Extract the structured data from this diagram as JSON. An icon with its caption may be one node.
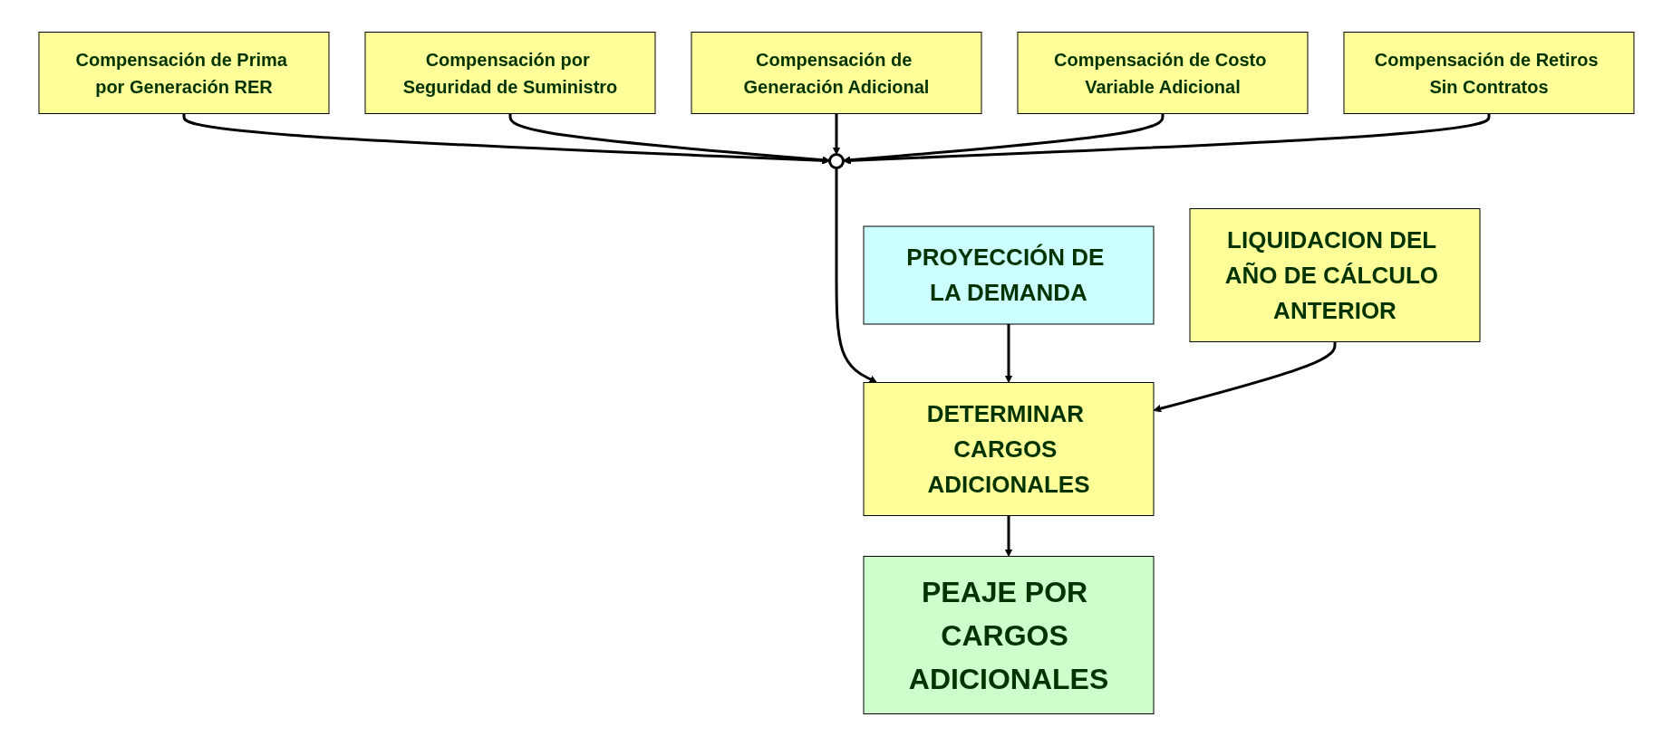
{
  "diagram": {
    "nodes": [
      {
        "text": [
          "Compensación de Prima por Generación RER"
        ]
      },
      {
        "text": [
          "Compensación por Seguridad de Suministro"
        ]
      },
      {
        "text": [
          "Compensación de Generación Adicional"
        ]
      },
      {
        "text": [
          "Compensación de Costo Variable Adicional"
        ]
      },
      {
        "text": [
          "Compensación de Retiros Sin Contratos"
        ]
      },
      {
        "text": [],
        "shape": "circle"
      },
      {
        "text": [
          "PROYECCIÓN DE LA DEMANDA"
        ]
      },
      {
        "text": [
          "DETERMINAR CARGOS ADICIONALES"
        ]
      },
      {
        "text": [
          "LIQUIDACION DEL AÑO DE CÁLCULO ANTERIOR"
        ]
      },
      {
        "text": [
          "PEAJE POR CARGOS ADICIONALES"
        ]
      }
    ],
    "edges": [
      {
        "from": 0,
        "to": 5,
        "arrow": "to"
      },
      {
        "from": 1,
        "to": 5,
        "arrow": "to"
      },
      {
        "from": 2,
        "to": 5,
        "arrow": "to"
      },
      {
        "from": 3,
        "to": 5,
        "arrow": "to"
      },
      {
        "from": 4,
        "to": 5,
        "arrow": "to"
      },
      {
        "from": 5,
        "to": 7,
        "arrow": "to"
      },
      {
        "from": 6,
        "to": 7,
        "arrow": "to"
      },
      {
        "from": 8,
        "to": 7,
        "arrow": "to"
      },
      {
        "from": 7,
        "to": 9,
        "arrow": "to"
      }
    ]
  }
}
